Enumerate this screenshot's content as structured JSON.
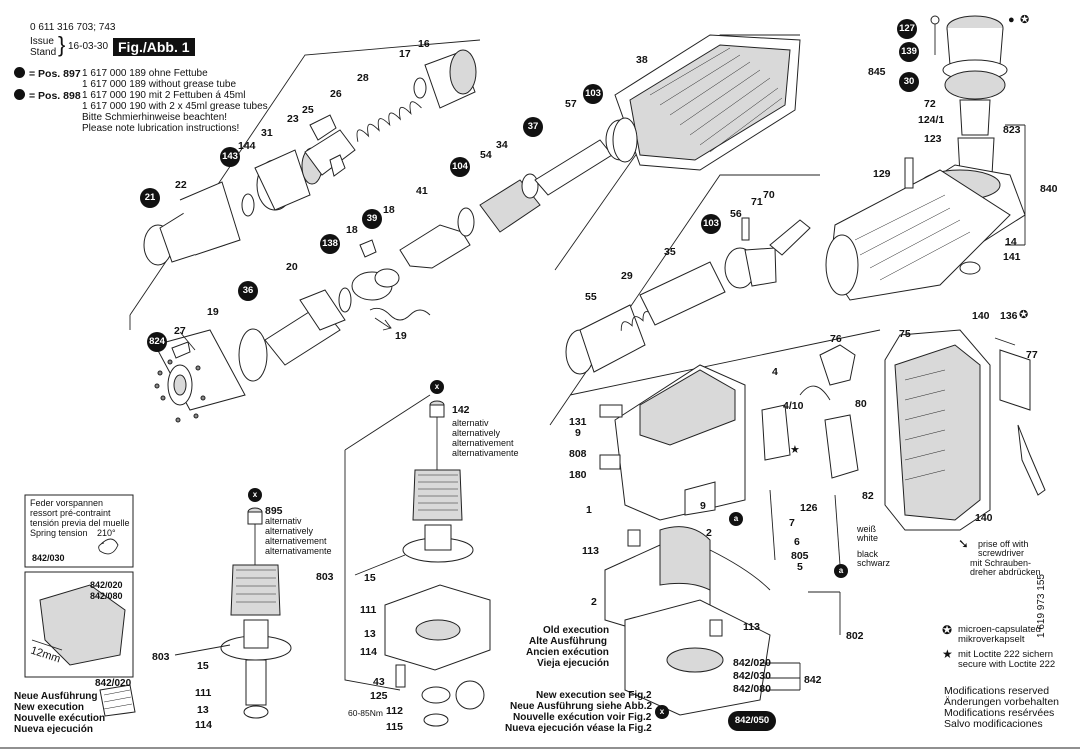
{
  "header": {
    "part_number": "0 611 316 703; 743",
    "issue_label_1": "Issue",
    "issue_label_2": "Stand",
    "issue_date": "16-03-30",
    "figure_label": "Fig./Abb. 1"
  },
  "grease_notes": {
    "pos897_label": "= Pos. 897",
    "pos897_line": "1 617 000 189 ohne Fettube",
    "pos897_line2": "1 617 000 189 without grease tube",
    "pos898_label": "= Pos. 898",
    "pos898_line": "1 617 000 190 mit 2 Fettuben á 45ml",
    "pos898_line2": "1 617 000 190 with 2 x 45ml grease tubes",
    "note_de": "Bitte Schmierhinweise beachten!",
    "note_en": "Please note lubrication instructions!"
  },
  "spring_note": {
    "l1": "Feder vorspannen",
    "l2": "ressort pré-contraint",
    "l3": "tensión previa del muelle",
    "l4": "Spring tension",
    "value": "210°",
    "part": "842/030"
  },
  "inset_left": {
    "a": "842/020",
    "b": "842/080",
    "dim": "12mm"
  },
  "new_exec_bottom": {
    "part": "842/020",
    "l1": "Neue Ausführung",
    "l2": "New execution",
    "l3": "Nouvelle exécution",
    "l4": "Nueva ejecución"
  },
  "alternativ_142": {
    "l1": "alternativ",
    "l2": "alternatively",
    "l3": "alternativement",
    "l4": "alternativamente"
  },
  "alternativ_895": {
    "l1": "alternativ",
    "l2": "alternatively",
    "l3": "alternativement",
    "l4": "alternativamente"
  },
  "old_exec": {
    "l1": "Old execution",
    "l2": "Alte Ausführung",
    "l3": "Ancien exécution",
    "l4": "Vieja ejecución"
  },
  "new_exec_fig2": {
    "l1": "New execution see Fig.2",
    "l2": "Neue Ausführung siehe Abb.2",
    "l3": "Nouvelle exécution voir Fig.2",
    "l4": "Nueva ejecución véase la Fig.2"
  },
  "torque": "60-85Nm",
  "wire": {
    "l1": "weiß",
    "l2": "white",
    "l3": "black",
    "l4": "schwarz"
  },
  "pry_note": {
    "l1": "prise off with",
    "l2": "screwdriver",
    "l3": "mit Schrauben-",
    "l4": "dreher abdrücken"
  },
  "legend": {
    "micro_1": "microen-capsulated",
    "micro_2": "mikroverkapselt",
    "loctite_1": "mit Loctite 222 sichern",
    "loctite_2": "secure with Loctite 222"
  },
  "modifications": {
    "l1": "Modifications reserved",
    "l2": "Änderungen vorbehalten",
    "l3": "Modifications resérvées",
    "l4": "Salvo modificaciones"
  },
  "doc_number": "1 619 973 155",
  "bubbles": {
    "b127": "127",
    "b139": "139",
    "b30": "30",
    "b103a": "103",
    "b37": "37",
    "b143": "143",
    "b104": "104",
    "b21": "21",
    "b39": "39",
    "b138": "138",
    "b36": "36",
    "b824": "824",
    "b103b": "103",
    "bx1": "x",
    "bx2": "x",
    "bx3": "x",
    "ba1": "a",
    "ba2": "a",
    "b842_050": "842/050"
  },
  "labels": {
    "p16": "16",
    "p17": "17",
    "p28": "28",
    "p26": "26",
    "p25": "25",
    "p23": "23",
    "p31": "31",
    "p144": "144",
    "p22": "22",
    "p38": "38",
    "p57": "57",
    "p34": "34",
    "p54": "54",
    "p41": "41",
    "p18a": "18",
    "p18b": "18",
    "p20": "20",
    "p19a": "19",
    "p19b": "19",
    "p27": "27",
    "p845": "845",
    "p72": "72",
    "p124": "124/1",
    "p123": "123",
    "p823": "823",
    "p129": "129",
    "p840": "840",
    "p14": "14",
    "p141": "141",
    "p56": "56",
    "p71": "71",
    "p70": "70",
    "p35": "35",
    "p29": "29",
    "p55": "55",
    "p140a": "140",
    "p136": "136",
    "p75": "75",
    "p76": "76",
    "p77": "77",
    "p4": "4",
    "p4_10": "4/10",
    "p80": "80",
    "p131": "131",
    "p9a": "9",
    "p808": "808",
    "p180": "180",
    "p1": "1",
    "p9b": "9",
    "p126": "126",
    "p82": "82",
    "p140b": "140",
    "p7": "7",
    "p6": "6",
    "p805": "805",
    "p5": "5",
    "p142": "142",
    "p895": "895",
    "p803a": "803",
    "p803b": "803",
    "p15a": "15",
    "p15b": "15",
    "p111a": "111",
    "p111b": "111",
    "p13a": "13",
    "p13b": "13",
    "p114a": "114",
    "p114b": "114",
    "p43": "43",
    "p125": "125",
    "p112": "112",
    "p115": "115",
    "p113a": "113",
    "p113b": "113",
    "p2a": "2",
    "p2b": "2",
    "p802": "802",
    "p842": "842",
    "p842_020": "842/020",
    "p842_030": "842/030",
    "p842_080": "842/080"
  }
}
